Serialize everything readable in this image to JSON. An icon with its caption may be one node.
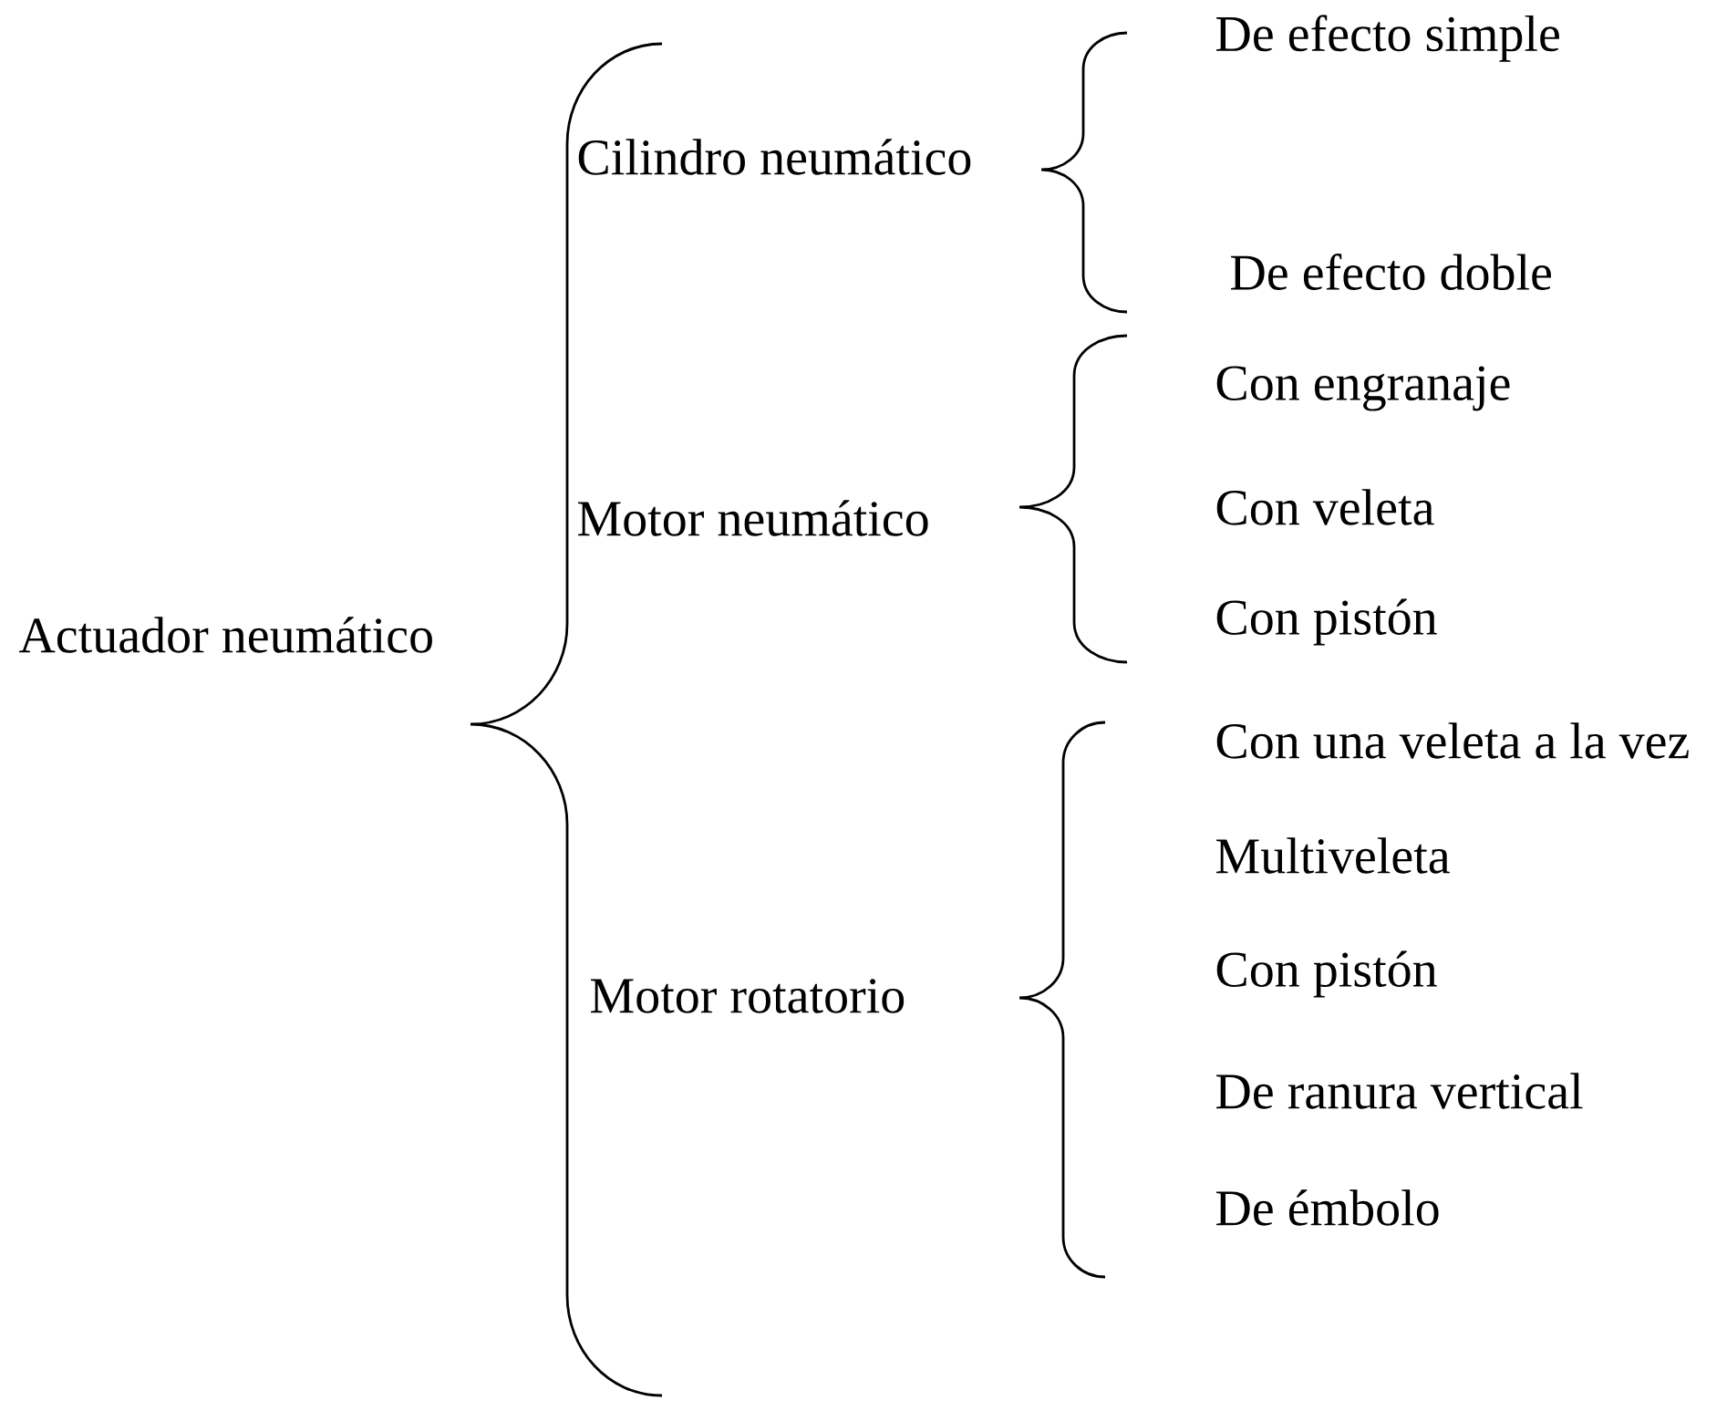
{
  "diagram": {
    "labels": [
      "De efecto simple",
      "Cilindro neumático",
      "De efecto doble",
      "Con engranaje",
      "Motor neumático",
      "Con veleta",
      "Actuador neumático",
      "Con pistón",
      "Con una veleta a la vez",
      "Multiveleta",
      "Motor rotatorio",
      "Con pistón",
      "De ranura vertical",
      "De émbolo"
    ]
  }
}
